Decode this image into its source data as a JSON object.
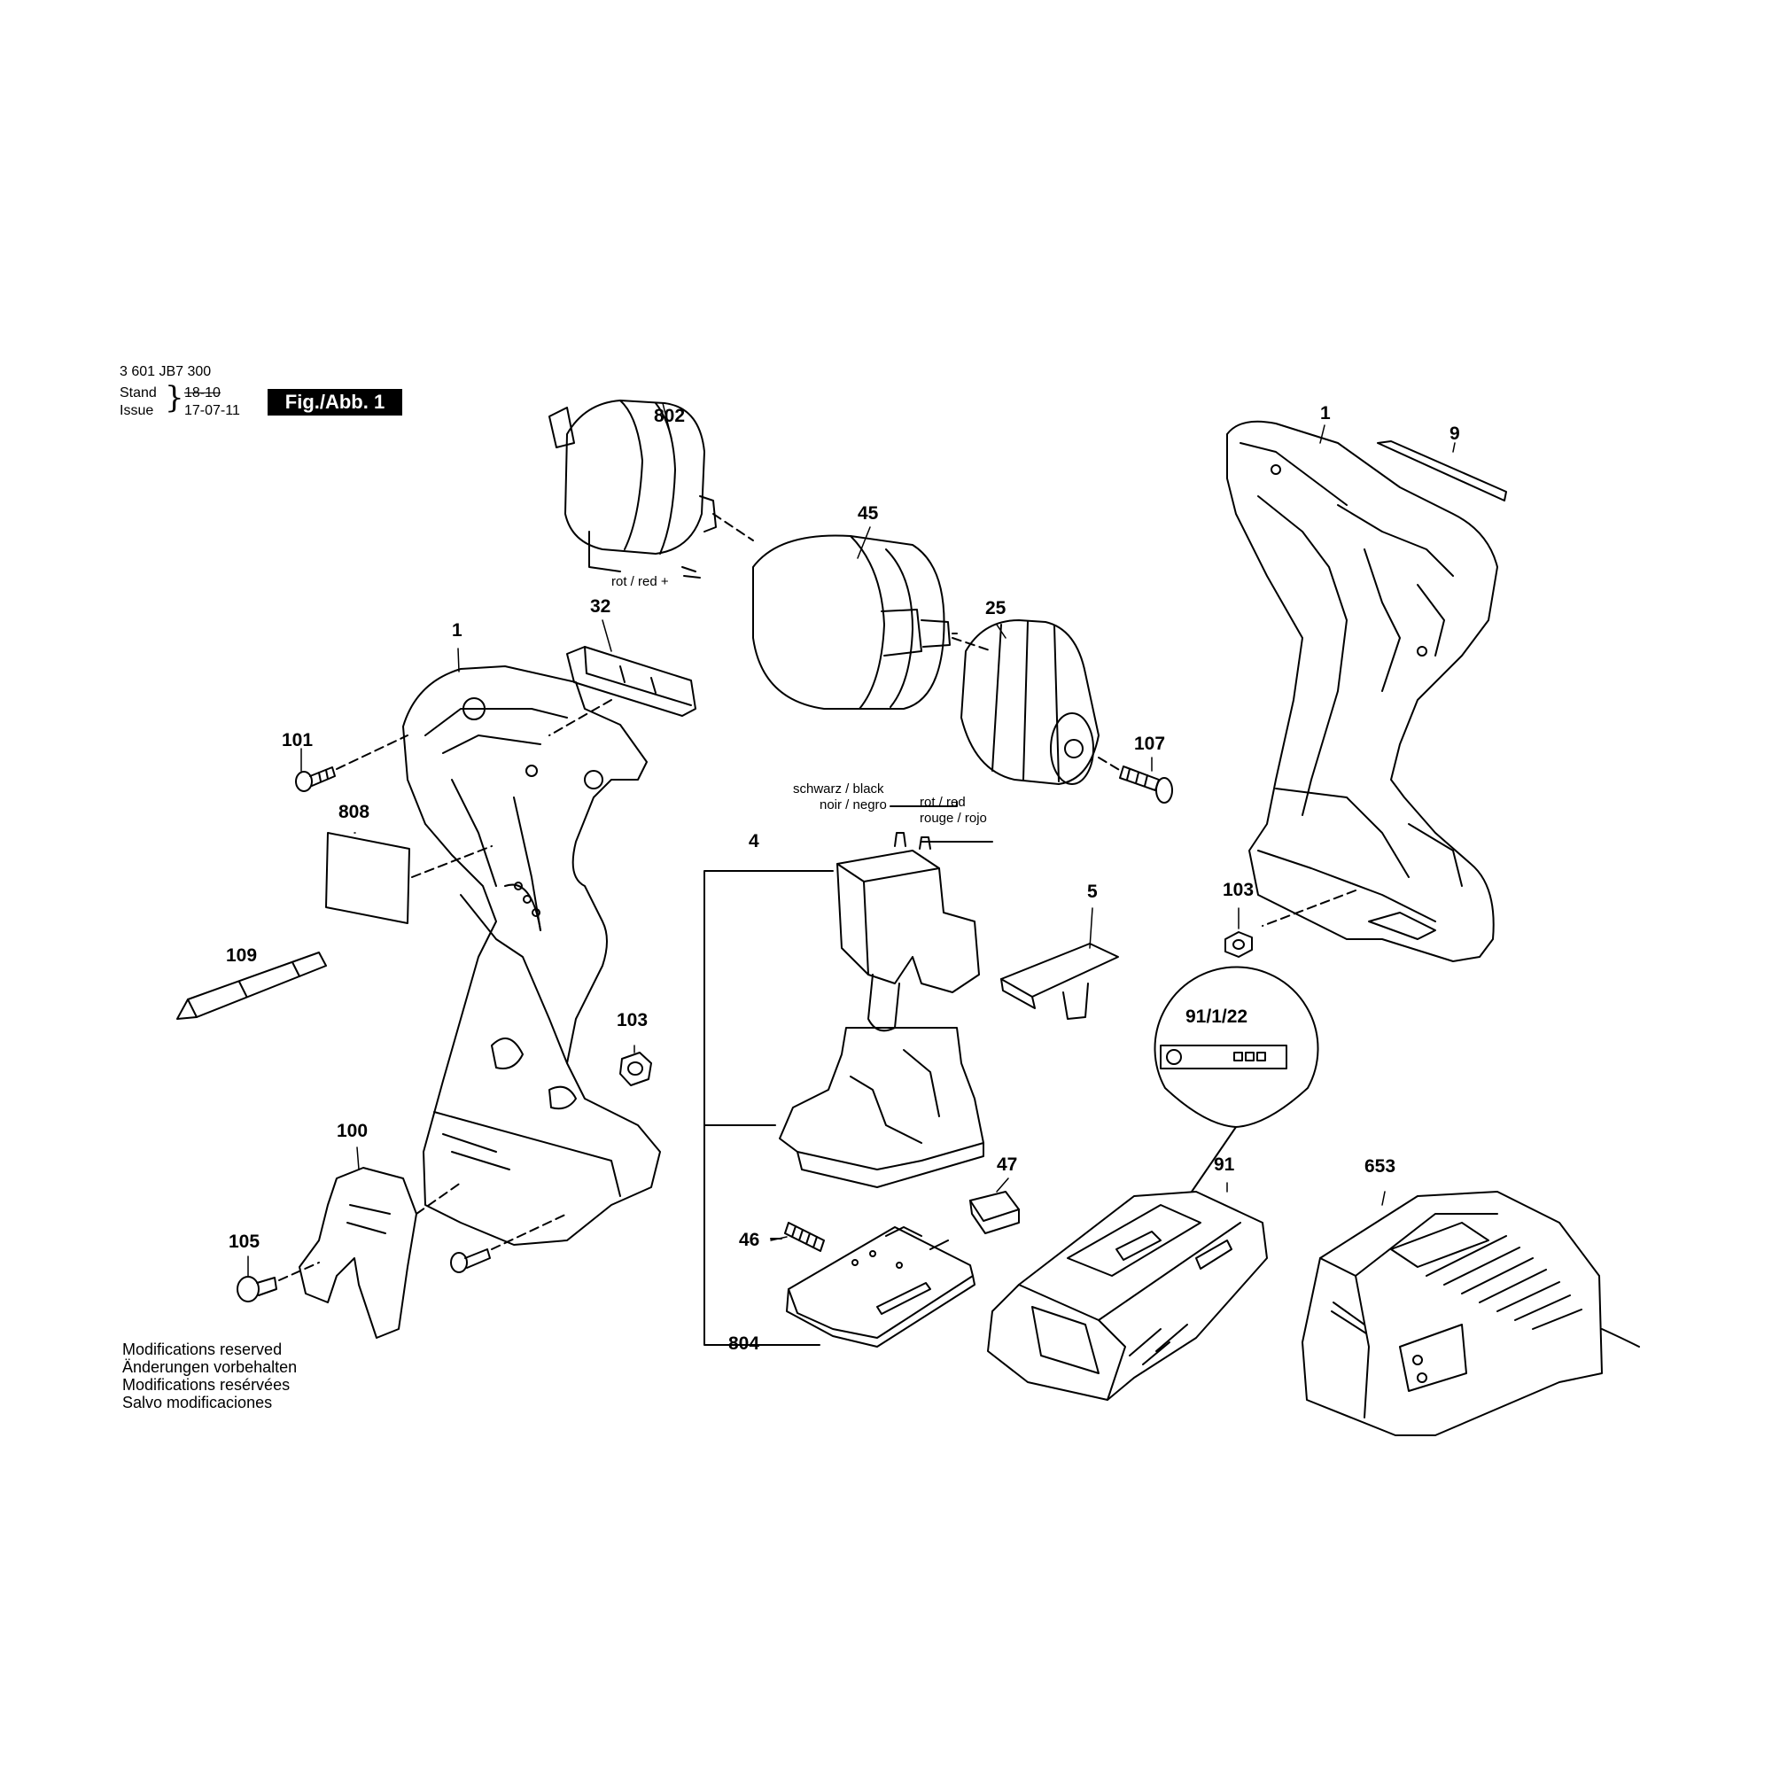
{
  "header": {
    "part_number": "3 601 JB7 300",
    "stand_label": "Stand",
    "issue_label": "Issue",
    "old_date": "18-10",
    "issue_date": "17-07-11",
    "figure_label": "Fig./Abb. 1"
  },
  "callouts": {
    "c802": "802",
    "c45": "45",
    "c25": "25",
    "c107": "107",
    "c32": "32",
    "c1_left": "1",
    "c101": "101",
    "c808": "808",
    "c109": "109",
    "c103_left": "103",
    "c100": "100",
    "c105": "105",
    "c4": "4",
    "c5": "5",
    "c47": "47",
    "c46": "46",
    "c804": "804",
    "c1_right": "1",
    "c9": "9",
    "c103_right": "103",
    "c91_1_22": "91/1/22",
    "c91": "91",
    "c653": "653"
  },
  "wire_labels": {
    "motor_red": "rot / red +",
    "black_line1": "schwarz / black",
    "black_line2": "noir / negro",
    "red_line1": "rot / red",
    "red_line2": "rouge / rojo"
  },
  "disclaimer": [
    "Modifications reserved",
    "Änderungen vorbehalten",
    "Modifications resérvées",
    "Salvo modificaciones"
  ]
}
